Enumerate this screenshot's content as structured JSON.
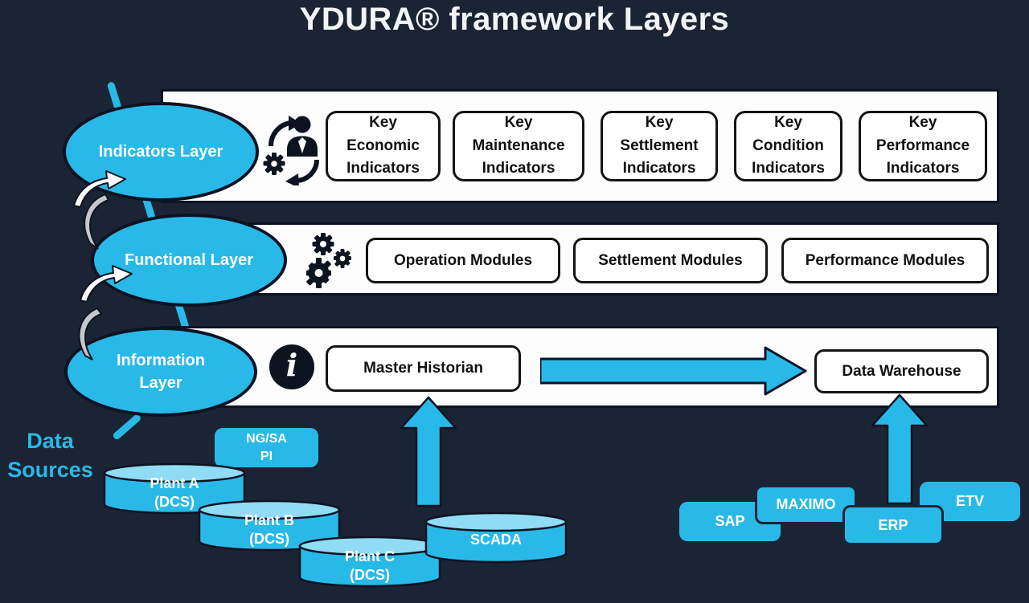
{
  "title": "YDURA® framework Layers",
  "colors": {
    "background": "#1b2434",
    "accent_cyan": "#29b9e8",
    "cylinder_top": "#8fdcf4",
    "band_white": "#fdfdfd",
    "outline_black": "#0c1322",
    "flow_arrow_gray": "#c6c7cb"
  },
  "layers": {
    "indicators": {
      "label": "Indicators Layer",
      "icon": "person-gear-cycle-icon",
      "boxes": [
        "Key Economic Indicators",
        "Key Maintenance Indicators",
        "Key Settlement Indicators",
        "Key Condition Indicators",
        "Key Performance Indicators"
      ]
    },
    "functional": {
      "label": "Functional Layer",
      "icon": "gears-icon",
      "boxes": [
        "Operation Modules",
        "Settlement Modules",
        "Performance Modules"
      ]
    },
    "information": {
      "label": "Information Layer",
      "icon": "info-icon",
      "historian": "Master Historian",
      "warehouse": "Data Warehouse"
    }
  },
  "data_sources": {
    "label": "Data Sources",
    "pi_box": "NG/SA\nPI",
    "cylinders": [
      "Plant A\n(DCS)",
      "Plant B\n(DCS)",
      "Plant C\n(DCS)",
      "SCADA"
    ],
    "systems": [
      "SAP",
      "MAXIMO",
      "ERP",
      "ETV"
    ]
  }
}
